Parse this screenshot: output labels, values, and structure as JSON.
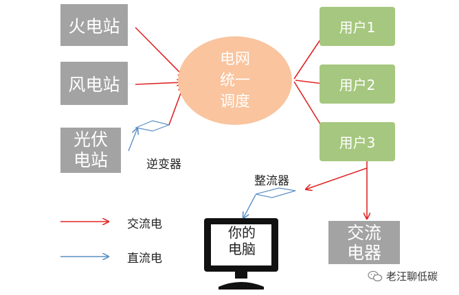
{
  "stations": {
    "thermal": "火电站",
    "wind": "风电站",
    "solar_line1": "光伏",
    "solar_line2": "电站"
  },
  "grid": {
    "line1": "电网",
    "line2": "统一",
    "line3": "调度"
  },
  "users": [
    "用户1",
    "用户2",
    "用户3"
  ],
  "inverter_label": "逆变器",
  "rectifier_label": "整流器",
  "ac_appliance": {
    "line1": "交流",
    "line2": "电器"
  },
  "computer": {
    "line1": "你的",
    "line2": "电脑"
  },
  "legend": {
    "ac": "交流电",
    "dc": "直流电"
  },
  "brand": {
    "name": "老汪聊低碳",
    "icon": "wechat-icon"
  },
  "colors": {
    "ac": "#e02424",
    "dc": "#5b8fc4",
    "station": "#a3a3a3",
    "user": "#a6c77f",
    "grid": "#f9c49e"
  }
}
